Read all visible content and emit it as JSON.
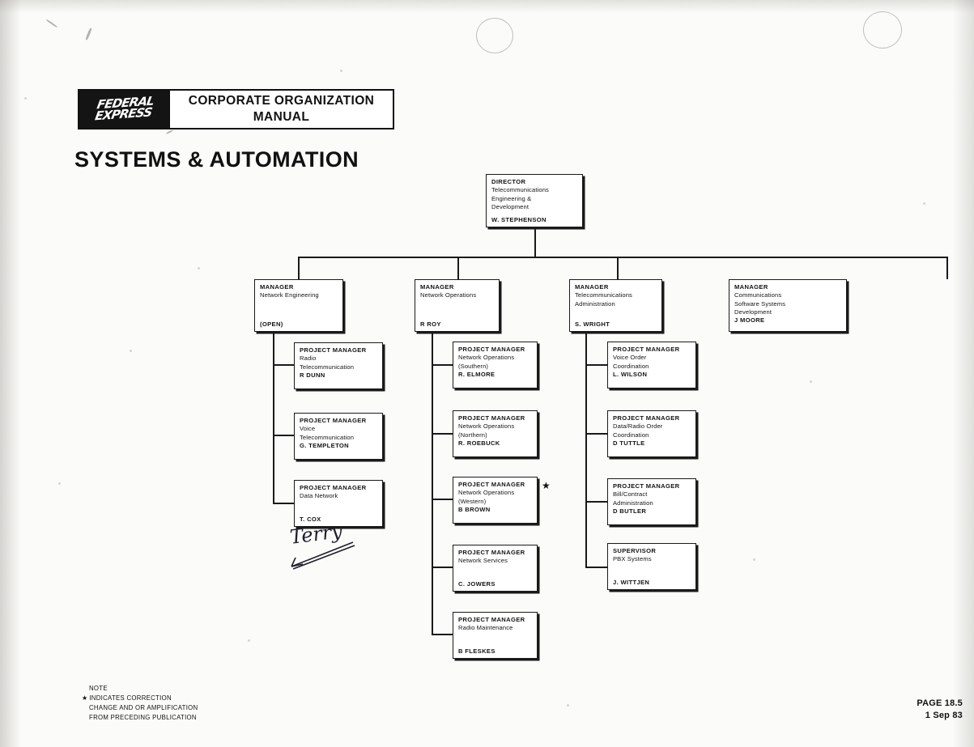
{
  "masthead": {
    "logo_line1": "FEDERAL",
    "logo_line2": "EXPRESS",
    "title_line1": "CORPORATE ORGANIZATION",
    "title_line2": "MANUAL"
  },
  "department_title": "SYSTEMS & AUTOMATION",
  "chart": {
    "director": {
      "role": "DIRECTOR",
      "desc": "Telecommunications\nEngineering &\nDevelopment",
      "person": "W. STEPHENSON"
    },
    "managers": [
      {
        "role": "MANAGER",
        "desc": "Network Engineering",
        "person": "(OPEN)"
      },
      {
        "role": "MANAGER",
        "desc": "Network Operations",
        "person": "R ROY"
      },
      {
        "role": "MANAGER",
        "desc": "Telecommunications\nAdministration",
        "person": "S. WRIGHT"
      },
      {
        "role": "MANAGER",
        "desc": "Communications\nSoftware Systems\nDevelopment",
        "person": "J MOORE"
      }
    ],
    "column1": [
      {
        "role": "PROJECT MANAGER",
        "desc": "Radio\nTelecommunication",
        "person": "R  DUNN"
      },
      {
        "role": "PROJECT MANAGER",
        "desc": "Voice\nTelecommunication",
        "person": "G. TEMPLETON"
      },
      {
        "role": "PROJECT MANAGER",
        "desc": "Data Network",
        "person": "T. COX"
      }
    ],
    "column2": [
      {
        "role": "PROJECT MANAGER",
        "desc": "Network Operations\n(Southern)",
        "person": "R. ELMORE"
      },
      {
        "role": "PROJECT MANAGER",
        "desc": "Network Operations\n(Northern)",
        "person": "R. ROEBUCK"
      },
      {
        "role": "PROJECT MANAGER",
        "desc": "Network Operations\n(Western)",
        "person": "B  BROWN",
        "marker": "★"
      },
      {
        "role": "PROJECT MANAGER",
        "desc": "Network Services",
        "person": "C. JOWERS"
      },
      {
        "role": "PROJECT MANAGER",
        "desc": "Radio Maintenance",
        "person": "B  FLESKES"
      }
    ],
    "column3": [
      {
        "role": "PROJECT MANAGER",
        "desc": "Voice Order\nCoordination",
        "person": "L. WILSON"
      },
      {
        "role": "PROJECT MANAGER",
        "desc": "Data/Radio Order\nCoordination",
        "person": "D  TUTTLE"
      },
      {
        "role": "PROJECT MANAGER",
        "desc": "Bill/Contract\nAdministration",
        "person": "D  BUTLER"
      },
      {
        "role": "SUPERVISOR",
        "desc": "PBX Systems",
        "person": "J. WITTJEN"
      }
    ]
  },
  "annotation": {
    "handwritten_name": "Terry"
  },
  "note": {
    "heading": "NOTE",
    "symbol": "★",
    "line1": "INDICATES CORRECTION",
    "line2": "CHANGE AND OR AMPLIFICATION",
    "line3": "FROM PRECEDING PUBLICATION"
  },
  "footer": {
    "page": "PAGE 18.5",
    "date": "1 Sep 83"
  }
}
